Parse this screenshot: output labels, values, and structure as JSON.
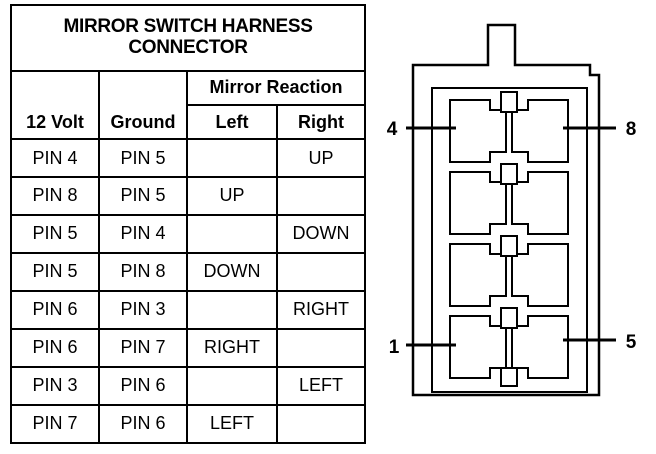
{
  "table": {
    "title_line1": "MIRROR SWITCH HARNESS",
    "title_line2": "CONNECTOR",
    "group_header": "Mirror Reaction",
    "headers": [
      "12 Volt",
      "Ground",
      "Left",
      "Right"
    ],
    "rows": [
      [
        "PIN 4",
        "PIN 5",
        "",
        "UP"
      ],
      [
        "PIN 8",
        "PIN 5",
        "UP",
        ""
      ],
      [
        "PIN 5",
        "PIN 4",
        "",
        "DOWN"
      ],
      [
        "PIN 5",
        "PIN 8",
        "DOWN",
        ""
      ],
      [
        "PIN 6",
        "PIN 3",
        "",
        "RIGHT"
      ],
      [
        "PIN 6",
        "PIN 7",
        "RIGHT",
        ""
      ],
      [
        "PIN 3",
        "PIN 6",
        "",
        "LEFT"
      ],
      [
        "PIN 7",
        "PIN 6",
        "LEFT",
        ""
      ]
    ]
  },
  "connector": {
    "pin_labels": {
      "top_left": "4",
      "top_right": "8",
      "bottom_left": "1",
      "bottom_right": "5"
    }
  }
}
